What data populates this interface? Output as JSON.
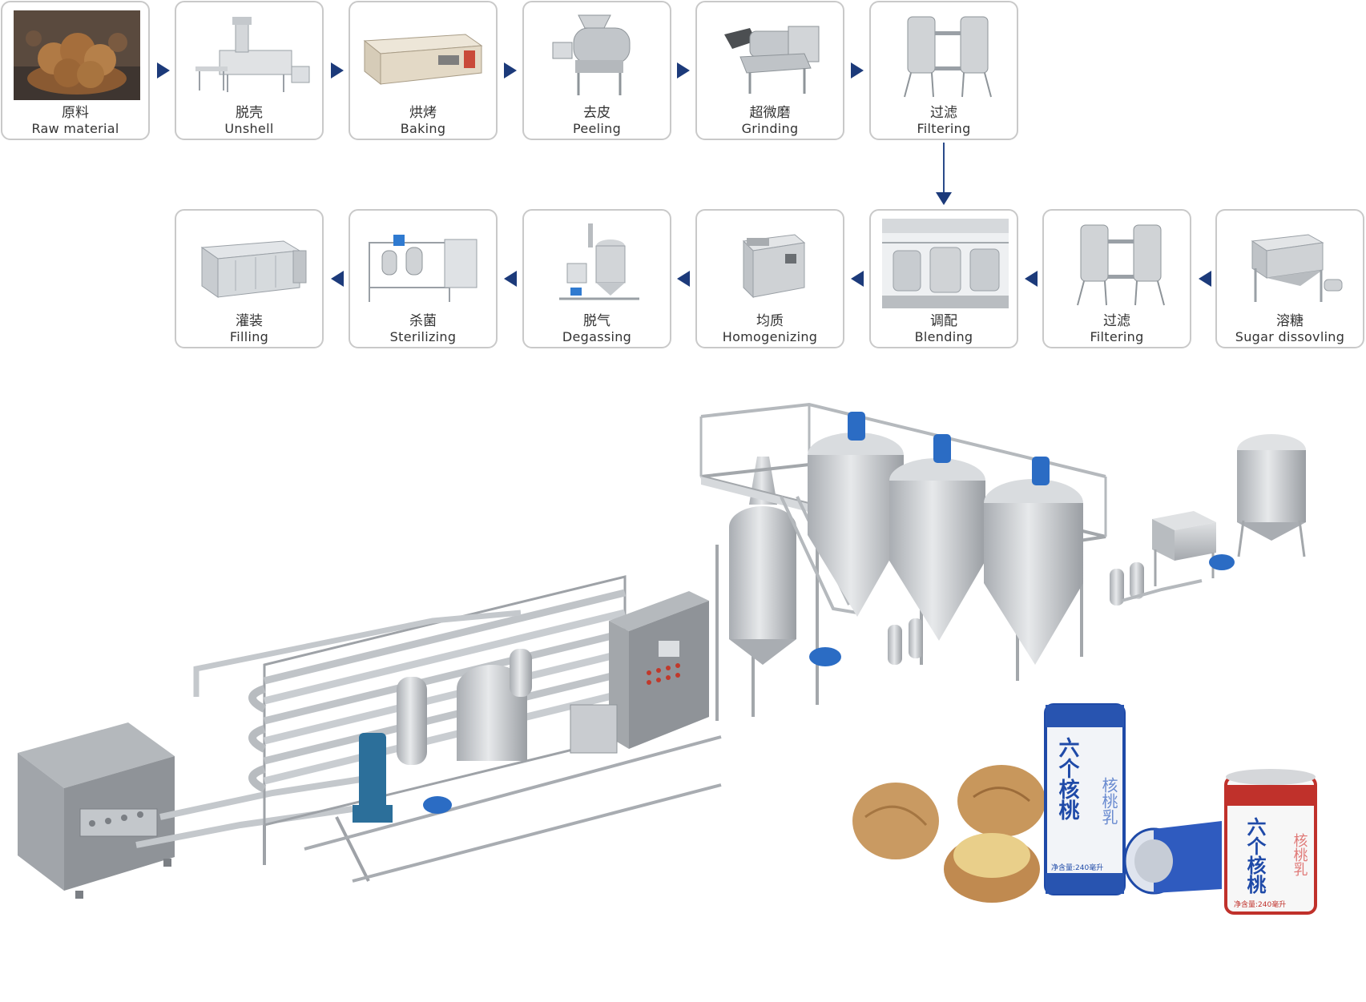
{
  "row1": [
    {
      "cn": "原料",
      "en": "Raw material",
      "icon": "walnut-basket-icon"
    },
    {
      "cn": "脱壳",
      "en": "Unshell",
      "icon": "unshelling-machine-icon"
    },
    {
      "cn": "烘烤",
      "en": "Baking",
      "icon": "baking-oven-icon"
    },
    {
      "cn": "去皮",
      "en": "Peeling",
      "icon": "peeling-machine-icon"
    },
    {
      "cn": "超微磨",
      "en": "Grinding",
      "icon": "grinding-mill-icon"
    },
    {
      "cn": "过滤",
      "en": "Filtering",
      "icon": "twin-filter-icon"
    }
  ],
  "row2": [
    {
      "cn": "灌装",
      "en": "Filling",
      "icon": "filling-machine-icon"
    },
    {
      "cn": "杀菌",
      "en": "Sterilizing",
      "icon": "sterilizer-icon"
    },
    {
      "cn": "脱气",
      "en": "Degassing",
      "icon": "degasser-icon"
    },
    {
      "cn": "均质",
      "en": "Homogenizing",
      "icon": "homogenizer-icon"
    },
    {
      "cn": "调配",
      "en": "Blending",
      "icon": "blending-tanks-icon"
    },
    {
      "cn": "过滤",
      "en": "Filtering",
      "icon": "twin-filter-icon"
    },
    {
      "cn": "溶糖",
      "en": "Sugar dissovling",
      "icon": "sugar-tank-icon"
    }
  ],
  "cans": [
    {
      "brand": "六个核桃",
      "sub": "核桃乳",
      "volume": "净含量:240毫升"
    },
    {
      "brand": "六个核桃",
      "sub": "核桃乳",
      "volume": "净含量:240毫升"
    }
  ],
  "colors": {
    "arrow": "#1c3a7a",
    "border": "#c9c9c9",
    "steel": "#c8cbcf",
    "motor": "#2b6cc4"
  }
}
